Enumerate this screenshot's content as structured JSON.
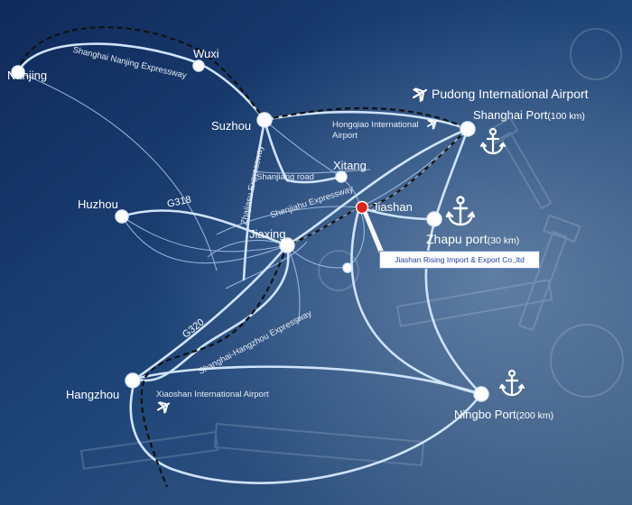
{
  "cities": {
    "nanjing": "Nanjing",
    "wuxi": "Wuxi",
    "suzhou": "Suzhou",
    "huzhou": "Huzhou",
    "xitang": "Xitang",
    "jiashan": "Jiashan",
    "jiaxing": "Jiaxing",
    "hangzhou": "Hangzhou"
  },
  "ports": {
    "shanghai": {
      "name": "Shanghai Port",
      "distance": "(100 km)"
    },
    "zhapu": {
      "name": "Zhapu port",
      "distance": "(30 km)"
    },
    "ningbo": {
      "name": "Ningbo Port",
      "distance": "(200 km)"
    }
  },
  "airports": {
    "pudong": "Pudong International Airport",
    "hongqiao_line1": "Hongqiao International",
    "hongqiao_line2": "Airport",
    "xiaoshan": "Xiaoshan International Airport"
  },
  "roads": {
    "shanghai_nanjing": "Shanghai Nanjing Expressway",
    "shanjiang": "Shanjiang road",
    "shenjiahu": "Shenjiahu Expressway",
    "zhajiasu": "Zhajiasu Expressway",
    "g318": "G318",
    "g320": "G320",
    "shanghai_hangzhou": "Shanghai-Hangzhou Expressway"
  },
  "company": "Jiashan Rising Import & Export Co.,ltd",
  "colors": {
    "background": "#1b3a66",
    "route": "#cfe3fb",
    "railway": "#1a1a1a",
    "jiashan_marker": "#d8261c",
    "company_text": "#1f3fa0"
  }
}
